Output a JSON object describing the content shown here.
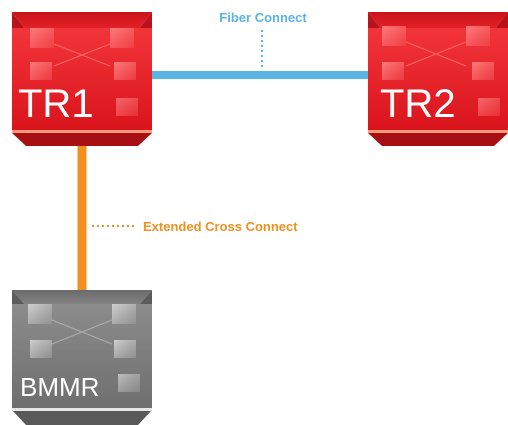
{
  "nodes": {
    "tr1": {
      "label": "TR1",
      "color": "#e01b22"
    },
    "tr2": {
      "label": "TR2",
      "color": "#e01b22"
    },
    "bmmr": {
      "label": "BMMR",
      "color": "#7a7a7a"
    }
  },
  "connections": {
    "fiber": {
      "label": "Fiber Connect",
      "color": "#5ab4e5"
    },
    "cross": {
      "label": "Extended Cross Connect",
      "color": "#f0901e"
    }
  }
}
